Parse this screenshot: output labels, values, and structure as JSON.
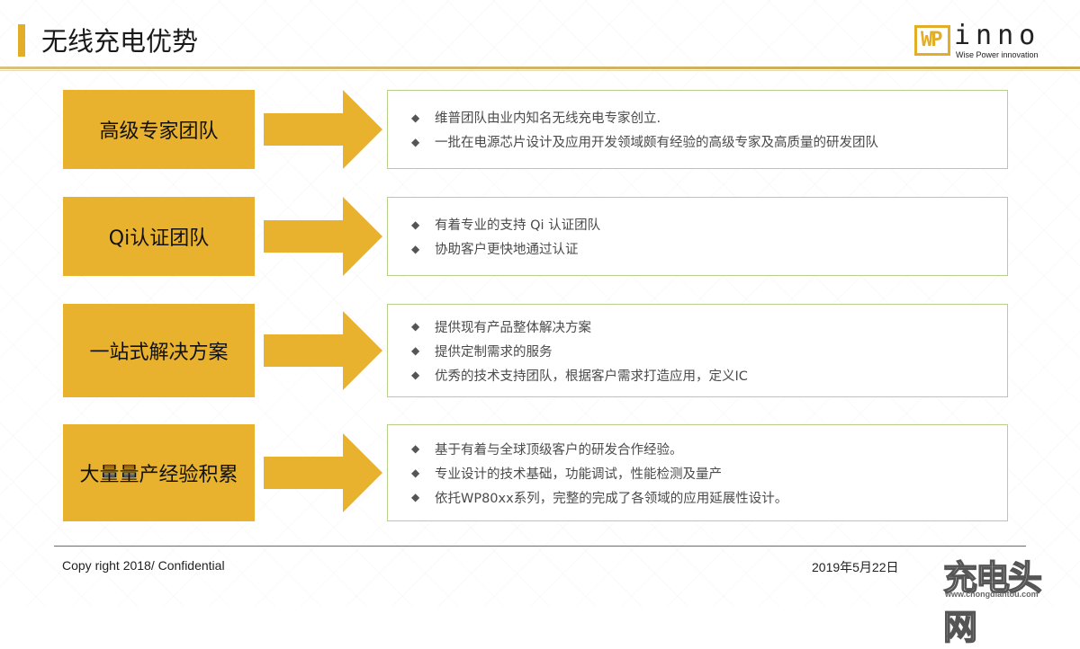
{
  "page": {
    "title": "无线充电优势"
  },
  "logo": {
    "mark": "WP",
    "name": "inno",
    "tagline": "Wise Power innovation"
  },
  "colors": {
    "accent": "#e8b22e",
    "box_border": "#b6cf8a",
    "footer_rule": "#c04a3a"
  },
  "rows": [
    {
      "category": "高级专家团队",
      "bullets": [
        "维普团队由业内知名无线充电专家创立.",
        "一批在电源芯片设计及应用开发领域颇有经验的高级专家及高质量的研发团队"
      ]
    },
    {
      "category": "Qi认证团队",
      "bullets": [
        "有着专业的支持 Qi 认证团队",
        "协助客户更快地通过认证"
      ]
    },
    {
      "category": "一站式解决方案",
      "bullets": [
        "提供现有产品整体解决方案",
        "提供定制需求的服务",
        "优秀的技术支持团队，根据客户需求打造应用，定义IC"
      ]
    },
    {
      "category": "大量量产经验积累",
      "bullets": [
        "基于有着与全球顶级客户的研发合作经验。",
        "专业设计的技术基础，功能调试，性能检测及量产",
        "依托WP80xx系列，完整的完成了各领域的应用延展性设计。"
      ]
    }
  ],
  "bullet_glyph": "◆",
  "footer": {
    "copyright": "Copy right 2018/ Confidential",
    "date": "2019年5月22日"
  },
  "watermark": {
    "text": "充电头网",
    "url": "www.chongdiantou.com"
  }
}
